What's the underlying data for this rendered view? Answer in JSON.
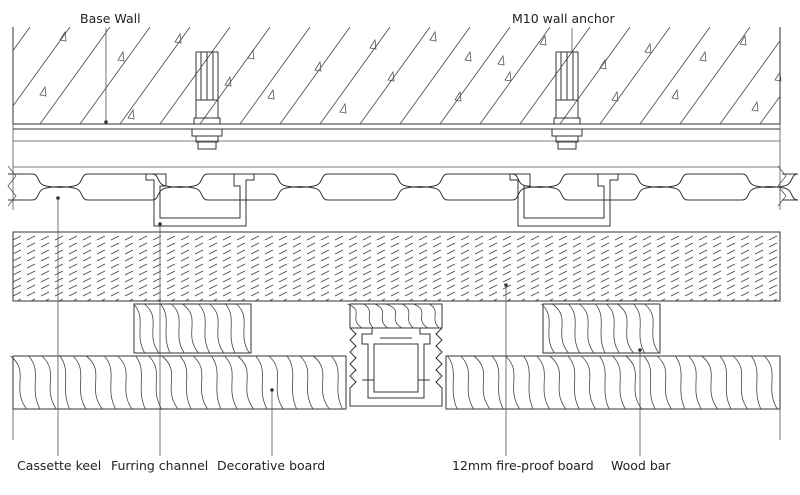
{
  "diagram": {
    "callouts": {
      "base_wall": "Base Wall",
      "wall_anchor": "M10 wall anchor",
      "cassette_keel": "Cassette keel",
      "furring_channel": "Furring channel",
      "decorative_board": "Decorative board",
      "fireproof_board": "12mm fire-proof board",
      "wood_bar": "Wood bar"
    },
    "colors": {
      "line": "#333333",
      "background": "#ffffff"
    }
  }
}
